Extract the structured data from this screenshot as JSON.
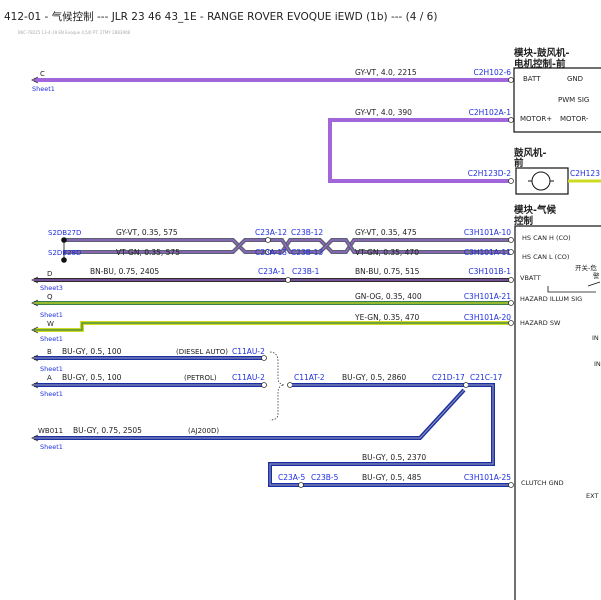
{
  "title": "412-01 - 气候控制 --- JLR 23 46 43_1E - RANGE ROVER EVOQUE iEWD (1b) --- (4 / 6)",
  "subtitle": "B6C-78225 13-4-19 EN Evoque 4,5/0 PT: 2TMY 2B83908",
  "sheet_label": "Sheet1",
  "sheet3_label": "Sheet3",
  "colors": {
    "violet": "#a166d9",
    "green": "#3c7f4a",
    "blue": "#1a2ea5",
    "yellow": "#cddc22",
    "link": "#1f2fe0",
    "text": "#222222",
    "gray": "#5a6470"
  },
  "modules": {
    "blower_ctrl": {
      "name_line1": "模块-鼓风机-",
      "name_line2": "电机控制-前",
      "pins": [
        "BATT",
        "GND",
        "PWM SIG",
        "MOTOR+",
        "MOTOR-"
      ]
    },
    "blower": {
      "name_line1": "鼓风机-",
      "name_line2": "前"
    },
    "climate": {
      "name_line1": "模块-气候",
      "name_line2": "控制",
      "pins": [
        "HS CAN H (CO)",
        "HS CAN L (CO)",
        "VBATT",
        "HAZARD ILLUM SIG",
        "HAZARD SW",
        "IN",
        "IN",
        "CLUTCH GND",
        "EXT"
      ],
      "switch_label": "开关-危",
      "switch_label2": "警"
    }
  },
  "wires": [
    {
      "id": "C",
      "spec": "GY-VT, 4.0, 2215",
      "connector": "C2H102-6"
    },
    {
      "id": "",
      "spec": "GY-VT, 4.0, 390",
      "connector": "C2H102A-1"
    },
    {
      "id": "",
      "spec": "",
      "connector": "C2H123D-2",
      "connector2": "C2H123"
    },
    {
      "id": "S2DB27D",
      "spec": "GY-VT, 0.35, 575",
      "c1": "C23A-12",
      "c2": "C23B-12",
      "spec2": "GY-VT, 0.35, 475",
      "connector": "C3H101A-10"
    },
    {
      "id": "S2DB28D",
      "spec": "VT-GN, 0.35, 575",
      "c1": "C23A-13",
      "c2": "C23B-13",
      "spec2": "VT-GN, 0.35, 470",
      "connector": "C3H101A-11"
    },
    {
      "id": "D",
      "spec": "BN-BU, 0.75, 2405",
      "c1": "C23A-1",
      "c2": "C23B-1",
      "spec2": "BN-BU, 0.75, 515",
      "connector": "C3H101B-1"
    },
    {
      "id": "Q",
      "spec": "GN-OG, 0.35, 400",
      "connector": "C3H101A-21"
    },
    {
      "id": "W",
      "spec": "YE-GN, 0.35, 470",
      "connector": "C3H101A-20"
    },
    {
      "id": "B",
      "spec": "BU-GY, 0.5, 100",
      "note": "(DIESEL AUTO)",
      "connector": "C11AU-2"
    },
    {
      "id": "A",
      "spec": "BU-GY, 0.5, 100",
      "note": "(PETROL)",
      "connector": "C11AU-2",
      "c3": "C11AT-2",
      "spec2": "BU-GY, 0.5, 2860",
      "c4": "C21D-17",
      "c5": "C21C-17"
    },
    {
      "id": "WB011",
      "spec": "BU-GY, 0.75, 2505",
      "note": "(AJ200D)"
    },
    {
      "id": "",
      "spec": "BU-GY, 0.5, 2370"
    },
    {
      "id": "",
      "spec": "BU-GY, 0.5, 485",
      "c1": "C23A-5",
      "c2": "C23B-5",
      "connector": "C3H101A-25"
    }
  ]
}
